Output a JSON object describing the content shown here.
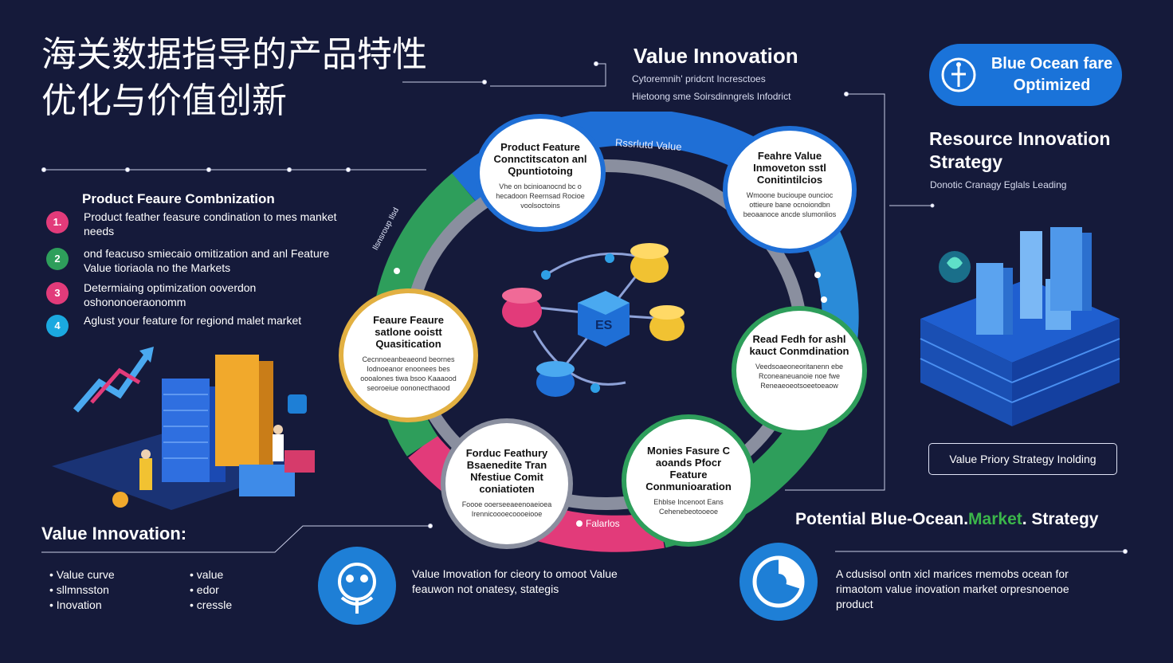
{
  "title": {
    "line1": "海关数据指导的产品特性",
    "line2": "优化与价值创新"
  },
  "header_value_innovation": {
    "title": "Value Innovation",
    "sub1": "Cytoremnih' pridcnt Incresctoes",
    "sub2": "Hietoong sme Soirsdinngrels Infodrict"
  },
  "blue_ocean_pill": {
    "line1": "Blue Ocean fare",
    "line2": "Optimized"
  },
  "resource_strategy": {
    "title_line1": "Resource Innovation",
    "title_line2": "Strategy",
    "sub": "Donotic Cranagy Eglals Leading"
  },
  "left_list": {
    "title": "Product Feaure Combnization",
    "items": [
      {
        "num": "1.",
        "text": "Product feather feasure condination to mes manket needs"
      },
      {
        "num": "2",
        "text": "ond feacuso smiecaio omitization and anl Feature Value tioriaola no the Markets"
      },
      {
        "num": "3",
        "text": "Determiaing optimization ooverdon oshononoeraonomm"
      },
      {
        "num": "4",
        "text": "Aglust your feature for regiond malet market"
      }
    ]
  },
  "value_innovation_bottom": {
    "title": "Value Innovation:",
    "col1": [
      "Value curve",
      "sllmnsston",
      "Inovation"
    ],
    "col2": [
      "value",
      "edor",
      "cressle"
    ]
  },
  "ring_labels": {
    "top": "Rssrlutd Value",
    "left": "Ilsnsroup Ilsd",
    "bottom": "Falarlos"
  },
  "circles": [
    {
      "title": "Product Feature Connctitscaton anl Qpuntiotoing",
      "desc": "Vhe on bcinioanocnd bc o hecadoon Reernsad Rocioe voolsoctoins"
    },
    {
      "title": "Feahre Value Inmoveton sstl Conitintilcios",
      "desc": "Wmoone bucioupe ouncioc ottieure bane ocnoiondbn beoaanoce ancde slumonlios"
    },
    {
      "title": "Feaure Feaure satlone ooistt Quasitication",
      "desc": "Cecnnoeanbeaeond beornes Iodnoeanor enoonees bes oooalones tiwa bsoo Kaaaood seoroeiue oononecthaood"
    },
    {
      "title": "Read Fedh for ashl kauct Conmdination",
      "desc": "Veedsoaeoneoritanenn ebe Rconeaneuanoie noe fwe Reneaeoeotsoeetoeaow"
    },
    {
      "title": "Forduc Feathury Bsaenedite Tran Nfestiue Comit coniatioten",
      "desc": "Foooe ooerseeaeenoaeioea Irennicoooecoooeiooe"
    },
    {
      "title": "Monies Fasure C aoands Pfocr Feature Conmunioaration",
      "desc": "Ehblse Incenoot Eans Cehenebeotooeoe"
    }
  ],
  "center_hub": {
    "tag": "ES"
  },
  "value_button": "Value Priory Strategy Inolding",
  "blue_ocean_strategy": {
    "part1": "Potential Blue-Ocean.",
    "part2": "Market",
    "part3": ". Strategy"
  },
  "bottom_middle_text": "Value Imovation for cieory to omoot Value feauwon not onatesy, stategis",
  "bottom_right_text": "A cdusisol ontn xicl marices rnemobs ocean for rimaotom value inovation market orpresnoenoe product",
  "colors": {
    "background": "#151a3a",
    "blue": "#1a73d9",
    "green": "#2e9e5b",
    "pink": "#e23b7a",
    "gold": "#e8b428",
    "market_green": "#3bb54a"
  },
  "icons": [
    "blue-ocean-icon",
    "chart-building-icon",
    "hand-brain-icon",
    "cubes-network-icon",
    "pie-ring-icon"
  ]
}
